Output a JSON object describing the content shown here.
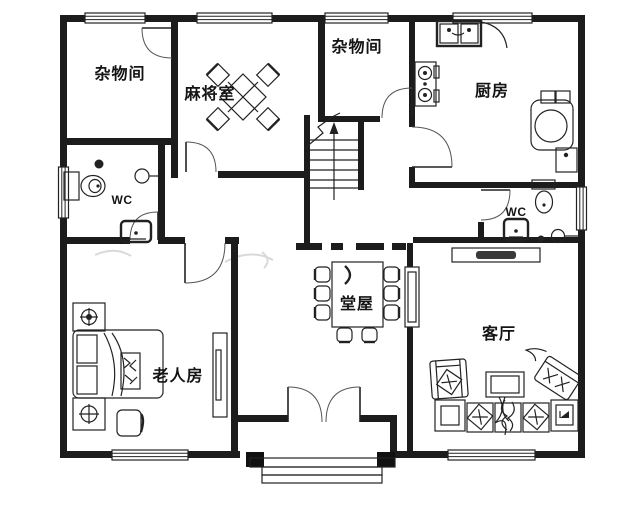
{
  "plan": {
    "title": "residential floor plan",
    "rooms": {
      "storage_top_left": {
        "label": "杂物间"
      },
      "mahjong_room": {
        "label": "麻将室"
      },
      "storage_top_mid": {
        "label": "杂物间"
      },
      "kitchen": {
        "label": "厨房"
      },
      "wc_left": {
        "label": "WC"
      },
      "wc_right": {
        "label": "WC"
      },
      "elder_bedroom": {
        "label": "老人房"
      },
      "main_hall": {
        "label": "堂屋"
      },
      "living_room": {
        "label": "客厅"
      }
    },
    "furniture": [
      "mahjong-table",
      "mahjong-chairs",
      "staircase-up",
      "kitchen-sink",
      "kitchen-stove",
      "kitchen-water-vat",
      "toilet",
      "wash-basin",
      "double-bed",
      "nightstand-lamp",
      "wardrobe",
      "bedroom-stool",
      "dining-table",
      "dining-chairs",
      "divider-cabinet",
      "tv-cabinet",
      "armchair",
      "coffee-table",
      "lounge-chair",
      "sofa",
      "side-table",
      "entrance-double-door",
      "entrance-steps",
      "porch-columns"
    ],
    "colors": {
      "wall": "#1c1c1c",
      "line": "#222222",
      "background": "#ffffff",
      "watermark": "#d9d9d9"
    }
  }
}
